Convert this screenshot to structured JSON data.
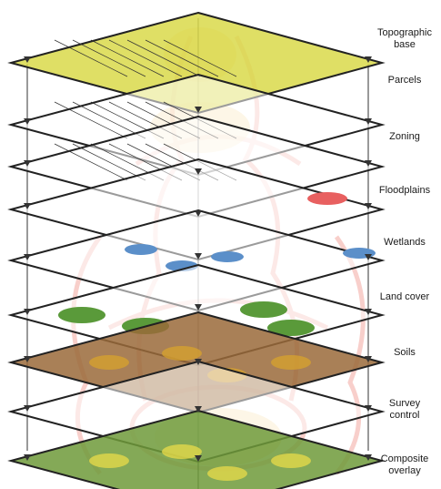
{
  "layers": [
    {
      "id": "topographic-base",
      "label": "Topographic\nbase"
    },
    {
      "id": "parcels",
      "label": "Parcels"
    },
    {
      "id": "zoning",
      "label": "Zoning"
    },
    {
      "id": "floodplains",
      "label": "Floodplains"
    },
    {
      "id": "wetlands",
      "label": "Wetlands"
    },
    {
      "id": "land-cover",
      "label": "Land cover"
    },
    {
      "id": "soils",
      "label": "Soils"
    },
    {
      "id": "survey-control",
      "label": "Survey\ncontrol"
    },
    {
      "id": "composite-overlay",
      "label": "Composite\noverlay"
    }
  ],
  "colors": {
    "watermark": "#f3a8a0",
    "watermark_gold": "#f5d48a",
    "layer_edge": "#222222",
    "topo_fill": "#d9d94a",
    "soils_fill": "#9a6a3a",
    "composite_fill": "#6e9a3a",
    "wetland_blue": "#5b8fc9",
    "flood_red": "#e86060",
    "land_green": "#5a9a3a"
  }
}
